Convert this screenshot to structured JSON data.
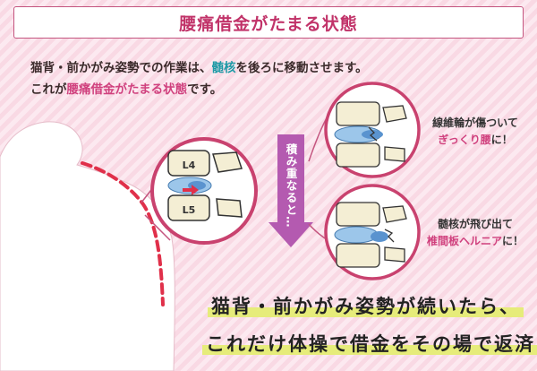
{
  "title": "腰痛借金がたまる状態",
  "intro": {
    "line1": {
      "a": "猫背・前かがみ姿勢",
      "b": "での作業は、",
      "c": "髄核",
      "d": "を後ろに移動させます。"
    },
    "line2": {
      "a": "これが",
      "b": "腰痛借金がたまる状態",
      "c": "です。"
    }
  },
  "vertebra_labels": {
    "upper": "L4",
    "lower": "L5"
  },
  "arrow_text": "積み重なると…",
  "outcomes": [
    {
      "line1": "線維輪が傷ついて",
      "line2": "ぎっくり腰",
      "line2_suffix": "に！"
    },
    {
      "line1": "髄核が飛び出て",
      "line2": "椎間板ヘルニア",
      "line2_suffix": "に！"
    }
  ],
  "conclusion": {
    "line1": "猫背・前かがみ姿勢が続いたら、",
    "line2": "これだけ体操で借金をその場で返済"
  },
  "colors": {
    "accent_pink": "#c13369",
    "teal": "#1e9aa6",
    "disc_blue": "#6aa8d8",
    "bone": "#f4eed4",
    "arrow": "#b45ab0",
    "highlight": "#e6ec7a"
  }
}
